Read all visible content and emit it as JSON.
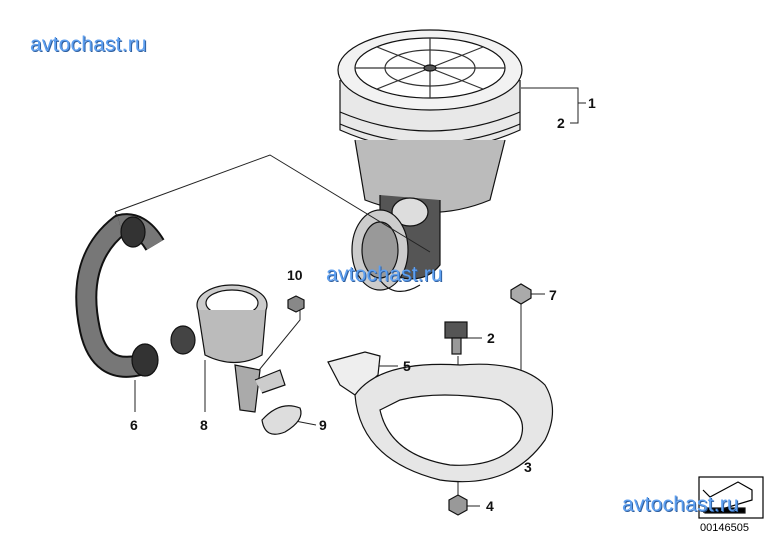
{
  "watermark": "avtochast.ru",
  "diagram_code": "00146505",
  "callouts": {
    "part_1": "1",
    "part_2_top": "2",
    "part_2_mid": "2",
    "part_3": "3",
    "part_4": "4",
    "part_5": "5",
    "part_6": "6",
    "part_7": "7",
    "part_8": "8",
    "part_9": "9",
    "part_10": "10"
  }
}
